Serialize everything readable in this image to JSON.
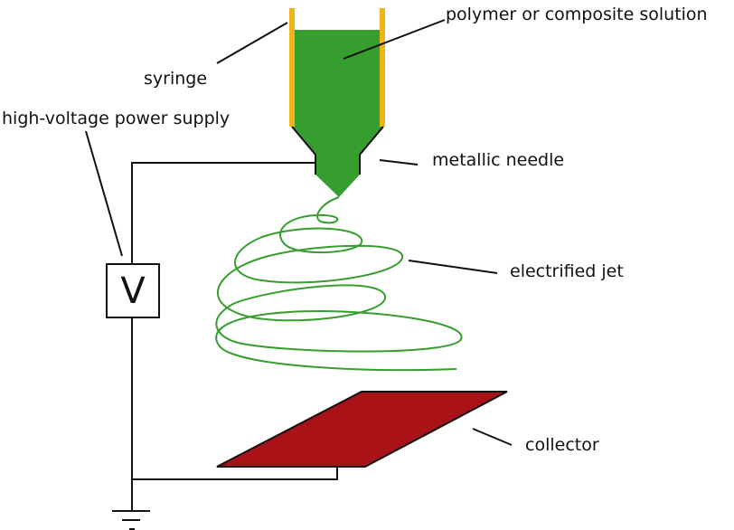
{
  "labels": {
    "syringe": "syringe",
    "solution": "polymer or composite solution",
    "power_supply": "high-voltage power supply",
    "needle": "metallic needle",
    "jet": "electrified jet",
    "collector": "collector",
    "voltmeter": "V"
  },
  "colors": {
    "solution": "#369e2e",
    "syringe_wall": "#efb417",
    "collector": "#a91216",
    "jet": "#369e2e",
    "wire": "#111111"
  }
}
